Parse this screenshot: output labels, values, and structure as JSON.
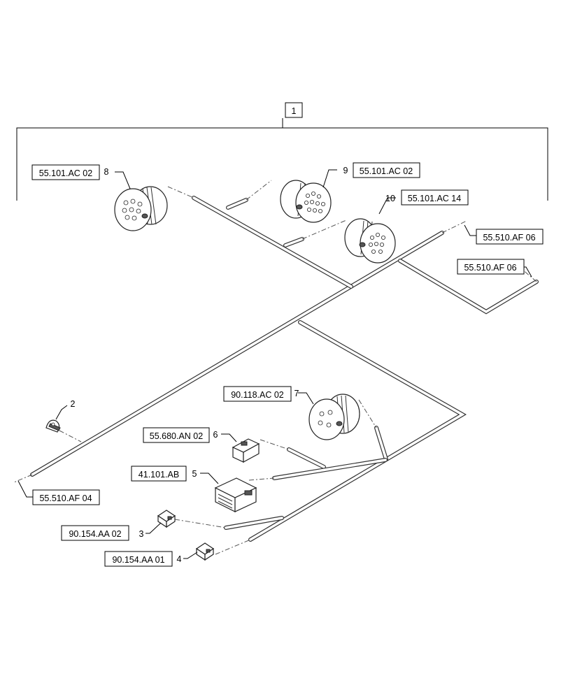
{
  "diagram": {
    "assembly_callout": "1",
    "parts": [
      {
        "item": "8",
        "ref": "55.101.AC 02"
      },
      {
        "item": "9",
        "ref": "55.101.AC 02"
      },
      {
        "item": "10",
        "ref": "55.101.AC 14"
      },
      {
        "item": "7",
        "ref": "90.118.AC 02"
      },
      {
        "item": "6",
        "ref": "55.680.AN 02"
      },
      {
        "item": "5",
        "ref": "41.101.AB"
      },
      {
        "item": "3",
        "ref": "90.154.AA 02"
      },
      {
        "item": "4",
        "ref": "90.154.AA 01"
      },
      {
        "item": "2",
        "ref": ""
      }
    ],
    "wire_refs": [
      "55.510.AF 06",
      "55.510.AF 06",
      "55.510.AF 04"
    ]
  }
}
